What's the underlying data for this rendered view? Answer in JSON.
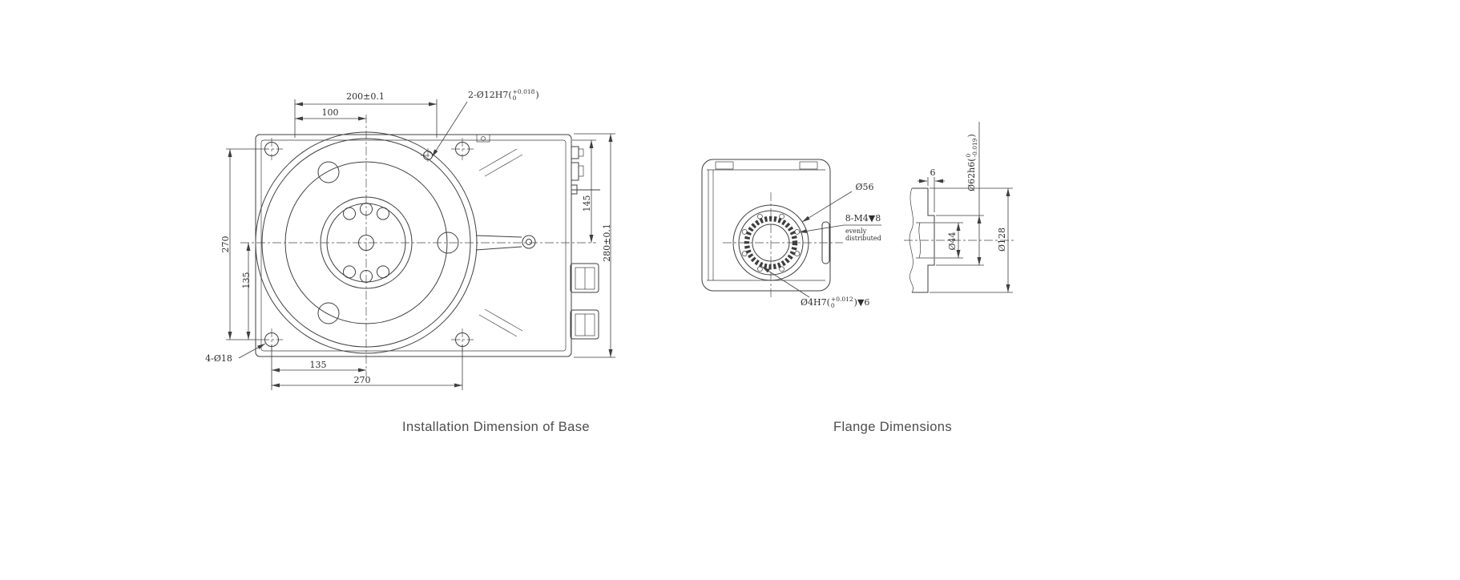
{
  "page": {
    "background": "#ffffff",
    "line_color": "#3f3f3f",
    "caption_color": "#4d4d4d"
  },
  "views": {
    "base": {
      "caption": "Installation Dimension of Base",
      "dimensions": {
        "top_outer": "200±0.1",
        "top_inner": "100",
        "left_outer": "270",
        "left_inner": "135",
        "right_inner": "145",
        "right_outer": "280±0.1",
        "bottom_inner": "135",
        "bottom_outer": "270"
      },
      "callouts": {
        "corner_holes": "4-Ø18",
        "dowel_holes": {
          "prefix": "2-Ø12H7(",
          "tol_upper": "+0.018",
          "tol_lower": "0",
          "suffix": ")"
        }
      }
    },
    "flange": {
      "caption": "Flange Dimensions",
      "dimensions": {
        "pilot_dia": "Ø56",
        "flange_thickness": "6",
        "spigot_dia": {
          "prefix": "Ø62h6(",
          "tol_upper": "0",
          "tol_lower": "-0.019",
          "suffix": ")"
        },
        "bore_dia": "Ø44",
        "outer_dia": "Ø128"
      },
      "callouts": {
        "tapped_holes": "8-M4▼8",
        "tapped_note_line1": "evenly",
        "tapped_note_line2": "distributed",
        "dowel_hole": {
          "prefix": "Ø4H7(",
          "tol_upper": "+0.012",
          "tol_lower": "0",
          "suffix": ")▼6"
        }
      }
    }
  }
}
